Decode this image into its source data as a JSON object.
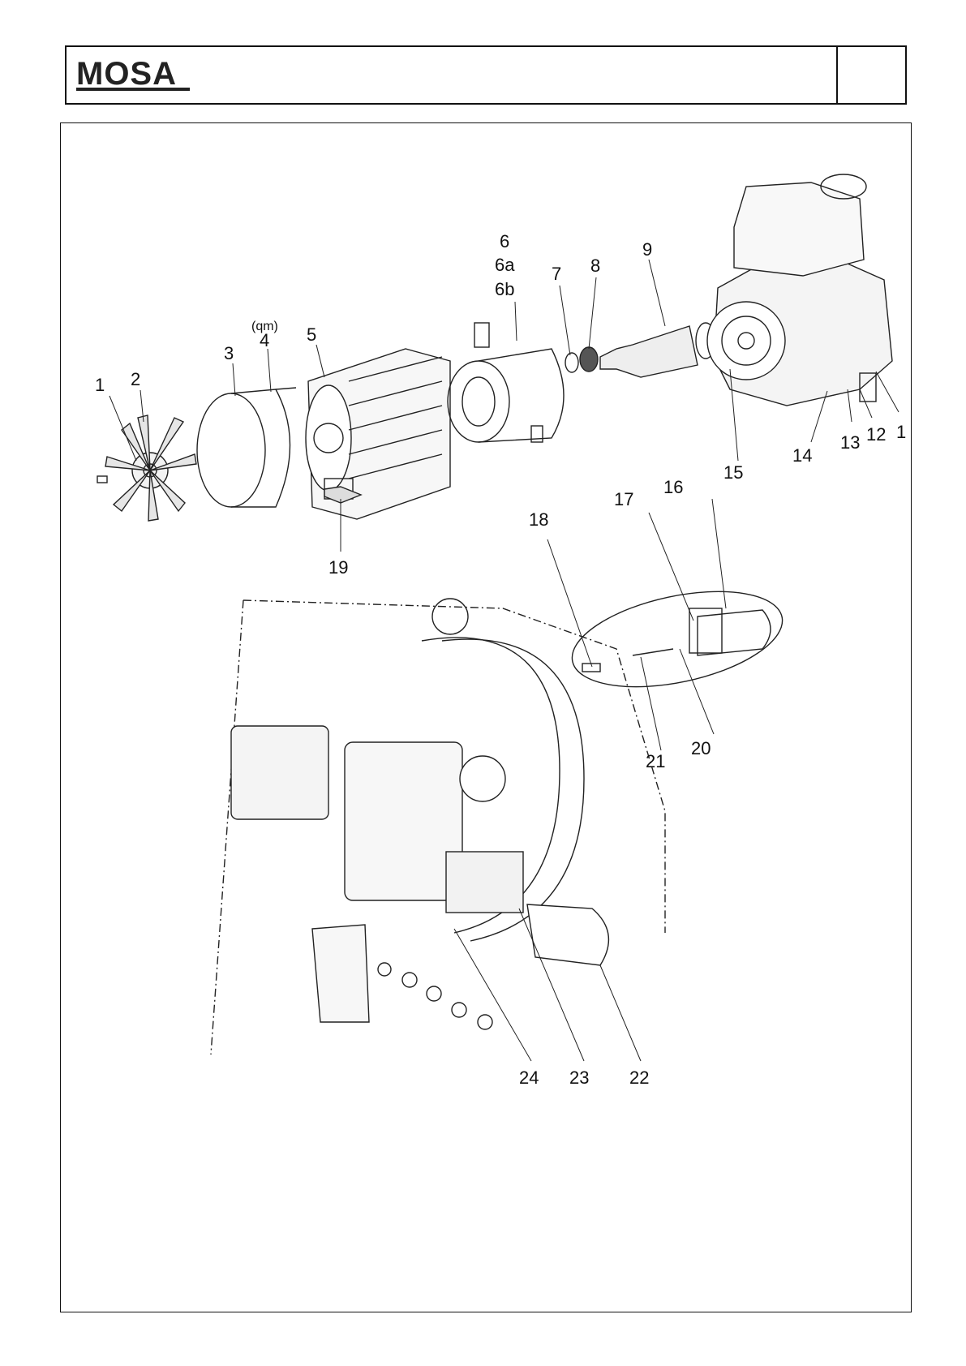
{
  "header": {
    "logo_text": "MOSA",
    "brand_color": "#222222",
    "page_number": ""
  },
  "callouts": [
    {
      "id": "c1",
      "text": "1"
    },
    {
      "id": "c2",
      "text": "2"
    },
    {
      "id": "c3",
      "text": "3"
    },
    {
      "id": "c4",
      "text": "4"
    },
    {
      "id": "c4q",
      "text": "(qm)"
    },
    {
      "id": "c5",
      "text": "5"
    },
    {
      "id": "c6",
      "text": "6"
    },
    {
      "id": "c6a",
      "text": "6a"
    },
    {
      "id": "c6b",
      "text": "6b"
    },
    {
      "id": "c7",
      "text": "7"
    },
    {
      "id": "c8",
      "text": "8"
    },
    {
      "id": "c9",
      "text": "9"
    },
    {
      "id": "c1b",
      "text": "1"
    },
    {
      "id": "c12",
      "text": "12"
    },
    {
      "id": "c13",
      "text": "13"
    },
    {
      "id": "c14",
      "text": "14"
    },
    {
      "id": "c15",
      "text": "15"
    },
    {
      "id": "c16",
      "text": "16"
    },
    {
      "id": "c17",
      "text": "17"
    },
    {
      "id": "c18",
      "text": "18"
    },
    {
      "id": "c19",
      "text": "19"
    },
    {
      "id": "c20",
      "text": "20"
    },
    {
      "id": "c21",
      "text": "21"
    },
    {
      "id": "c22",
      "text": "22"
    },
    {
      "id": "c23",
      "text": "23"
    },
    {
      "id": "c24",
      "text": "24"
    }
  ]
}
